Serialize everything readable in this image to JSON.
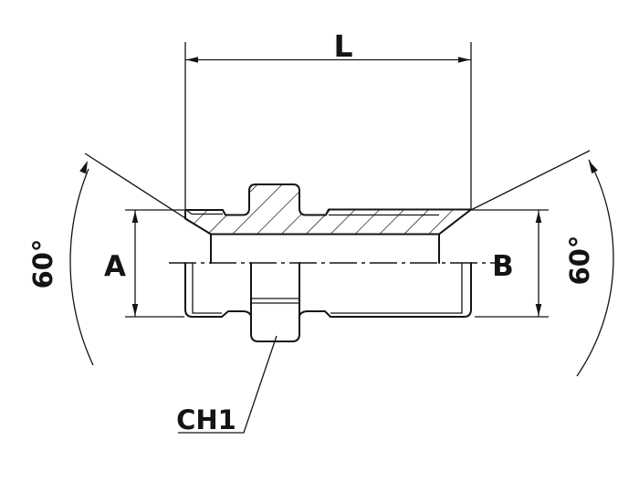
{
  "drawing": {
    "background_color": "#ffffff",
    "line_color": "#141414",
    "labels": {
      "length": "L",
      "diameter_left": "A",
      "diameter_right": "B",
      "angle_left": "60°",
      "angle_right": "60°",
      "chamfer": "CH1"
    }
  }
}
